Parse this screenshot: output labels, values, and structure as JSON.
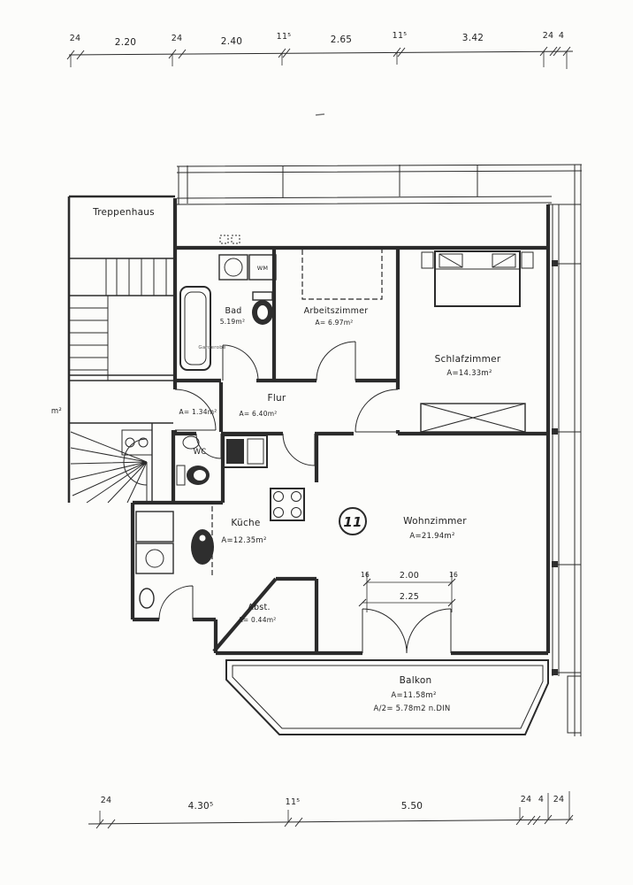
{
  "colors": {
    "ink": "#2b2b2b",
    "paper": "#fcfcfa"
  },
  "dims_top": [
    "24",
    "2.20",
    "24",
    "2.40",
    "11⁵",
    "2.65",
    "11⁵",
    "3.42",
    "24",
    "4"
  ],
  "dims_bottom": [
    "24",
    "4.30⁵",
    "11⁵",
    "5.50",
    "24",
    "4",
    "24"
  ],
  "unit": {
    "number": "11"
  },
  "rooms": {
    "treppenhaus": {
      "name": "Treppenhaus"
    },
    "bad": {
      "name": "Bad",
      "area": "5.19m²"
    },
    "arbeitszimmer": {
      "name": "Arbeitszimmer",
      "area": "A= 6.97m²"
    },
    "schlafzimmer": {
      "name": "Schlafzimmer",
      "area": "A=14.33m²"
    },
    "flur": {
      "name": "Flur",
      "area": "A= 6.40m²"
    },
    "garderobe": {
      "name": "Garderobe",
      "area": "A= 1.34m²"
    },
    "wc": {
      "name": "WC"
    },
    "kueche": {
      "name": "Küche",
      "area": "A=12.35m²"
    },
    "wohnzimmer": {
      "name": "Wohnzimmer",
      "area": "A=21.94m²"
    },
    "abstellraum": {
      "name": "Abst.",
      "area": "A= 0.44m²"
    },
    "balkon": {
      "name": "Balkon",
      "area": "A=11.58m²",
      "area_din": "A/2= 5.78m2 n.DIN"
    }
  },
  "balcony_door_dims": {
    "left_jamb": "16",
    "clear_width": "2.00",
    "right_jamb": "16",
    "overall": "2.25"
  },
  "misc": {
    "washing_machine": "WM",
    "left_edge_fragment": "m²"
  }
}
